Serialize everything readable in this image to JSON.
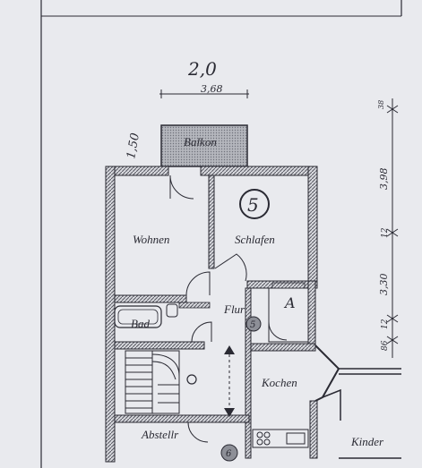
{
  "dimensions": {
    "top_width": "2,0",
    "top_sub": "3,68",
    "balcony_depth": "1,50",
    "right_a": "38",
    "right_b": "3,98",
    "right_c": "12",
    "right_d": "3,30",
    "right_e": "12",
    "right_f": "86"
  },
  "apartment_number": "5",
  "rooms": {
    "balkon": "Balkon",
    "wohnen": "Wohnen",
    "schlafen": "Schlafen",
    "bad": "Bad",
    "flur": "Flur",
    "kochen": "Kochen",
    "abstell": "Abstellr",
    "kinder": "Kinder"
  },
  "markers": {
    "stair_marker_upper": "5",
    "stair_marker_lower": "6",
    "toilet_mark": "A"
  },
  "colors": {
    "paper": "#e9eaee",
    "ink": "#2a2a33",
    "wall_hatch": "#6a6b74",
    "balcony_fill": "#a9abb3"
  }
}
